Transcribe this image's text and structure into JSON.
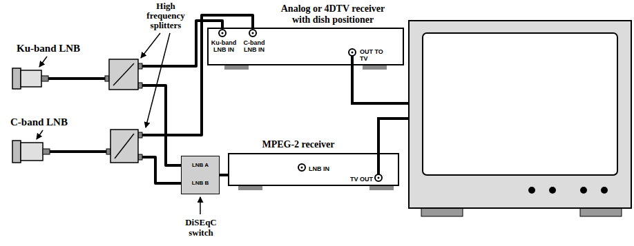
{
  "diagram": {
    "nodes": [
      {
        "text": [
          "Ku-band LNB"
        ]
      },
      {
        "text": [
          "C-band LNB"
        ]
      },
      {
        "text": [
          "DiSEqC switch",
          "LNB A",
          "LNB B"
        ]
      },
      {
        "text": [
          "Analog or 4DTV receiver with dish positioner",
          "Ku-band LNB IN",
          "C-band LNB IN",
          "OUT TO TV"
        ]
      },
      {
        "text": [
          "MPEG-2 receiver",
          "LNB IN",
          "TV OUT"
        ]
      }
    ],
    "edges": [
      {
        "from": 0,
        "to": 3,
        "arrow": "none"
      },
      {
        "from": 0,
        "to": 2,
        "arrow": "none"
      },
      {
        "from": 1,
        "to": 3,
        "arrow": "none"
      },
      {
        "from": 1,
        "to": 2,
        "arrow": "none"
      },
      {
        "from": 2,
        "to": 4,
        "arrow": "none"
      }
    ],
    "labels": [
      "High frequency splitters"
    ]
  }
}
